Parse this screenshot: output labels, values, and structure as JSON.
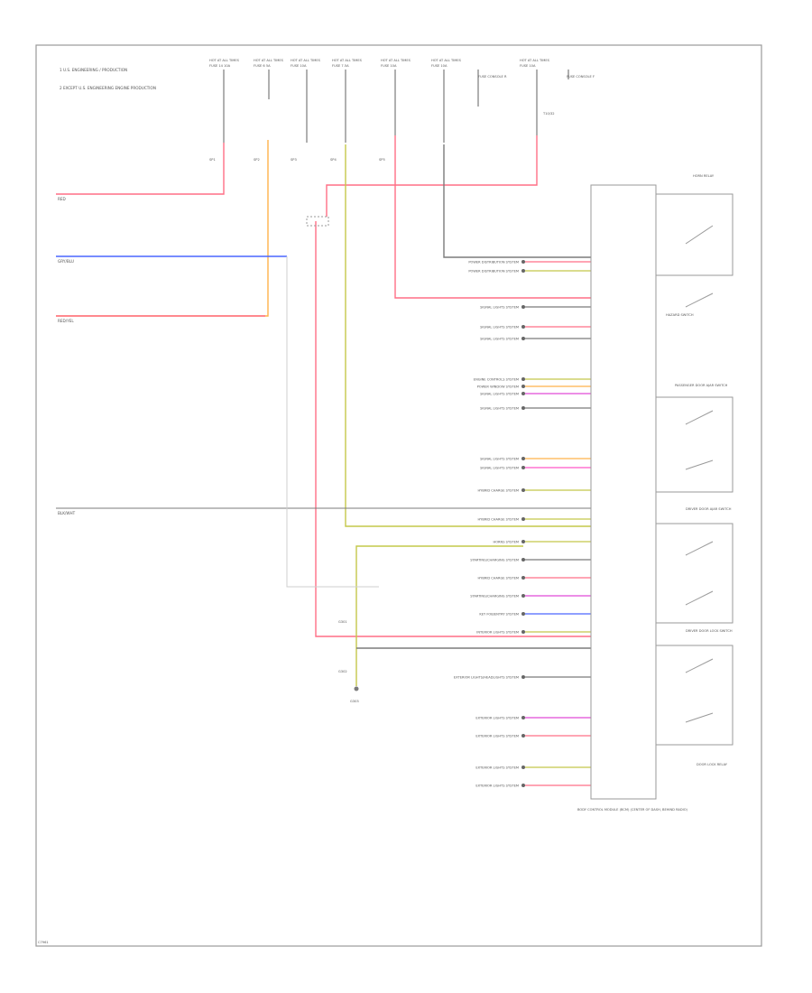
{
  "notes": [
    "1  U.S. ENGINEERING / PRODUCTION",
    "2  EXCEPT U.S. ENGINEERING ENGINE PRODUCTION"
  ],
  "fuses": [
    {
      "hot": "HOT AT ALL TIMES",
      "fuse": "FUSE 14 10A"
    },
    {
      "hot": "HOT AT ALL TIMES",
      "fuse": "FUSE 6 5A"
    },
    {
      "hot": "HOT AT ALL TIMES",
      "fuse": "FUSE 10A"
    },
    {
      "hot": "HOT AT ALL TIMES",
      "fuse": "FUSE 7.5A"
    },
    {
      "hot": "HOT AT ALL TIMES",
      "fuse": "FUSE 10A"
    },
    {
      "hot": "HOT AT ALL TIMES",
      "fuse": "FUSE 10A"
    },
    {
      "hot": "HOT AT ALL TIMES",
      "fuse": "FUSE 10A"
    }
  ],
  "fuse_extra": [
    "FUSE CONSOLE R",
    "FUSE CONSOLE F",
    "T10/32"
  ],
  "wire_colors": {
    "red": "#ff6f86",
    "orange": "#ffb24a",
    "blue": "#4a66ff",
    "yellow": "#c4c84a",
    "gray": "#7b7b7b",
    "magenta": "#e04ad6",
    "pink": "#ff57c8"
  },
  "left_inputs": [
    "RED",
    "GRY/BLU",
    "RED/YEL",
    "BLK/WHT"
  ],
  "splice_labels": [
    "SP1",
    "SP2",
    "SP3",
    "SP4",
    "SP5"
  ],
  "bus_labels": [
    "POWER DISTRIBUTION SYSTEM",
    "POWER DISTRIBUTION SYSTEM",
    "SIGNAL LIGHTS SYSTEM",
    "SIGNAL LIGHTS SYSTEM",
    "SIGNAL LIGHTS SYSTEM",
    "ENGINE CONTROLS SYSTEM",
    "POWER WINDOW SYSTEM",
    "SIGNAL LIGHTS SYSTEM",
    "SIGNAL LIGHTS SYSTEM",
    "SIGNAL LIGHTS SYSTEM",
    "SIGNAL LIGHTS SYSTEM",
    "HYBRID CHARGE SYSTEM",
    "HYBRID CHARGE SYSTEM",
    "HORNS SYSTEM",
    "STARTING/CHARGING SYSTEM",
    "HYBRID CHARGE SYSTEM",
    "STARTING/CHARGING SYSTEM",
    "KEY FOB/ENTRY SYSTEM",
    "INTERIOR LIGHTS SYSTEM",
    "EXTERIOR LIGHTS/HEADLIGHTS SYSTEM",
    "EXTERIOR LIGHTS SYSTEM",
    "EXTERIOR LIGHTS SYSTEM",
    "EXTERIOR LIGHTS SYSTEM",
    "EXTERIOR LIGHTS SYSTEM"
  ],
  "ground_labels": [
    "G301",
    "G302",
    "G303"
  ],
  "module_title": "BODY CONTROL MODULE (BCM) (CENTER OF DASH, BEHIND RADIO)",
  "switch_labels": [
    "HORN RELAY",
    "HAZARD SWITCH",
    "PASSENGER DOOR AJAR SWITCH",
    "DRIVER DOOR AJAR SWITCH",
    "DRIVER DOOR LOCK SWITCH",
    "DOOR LOCK RELAY"
  ],
  "footer_code": "C7961"
}
